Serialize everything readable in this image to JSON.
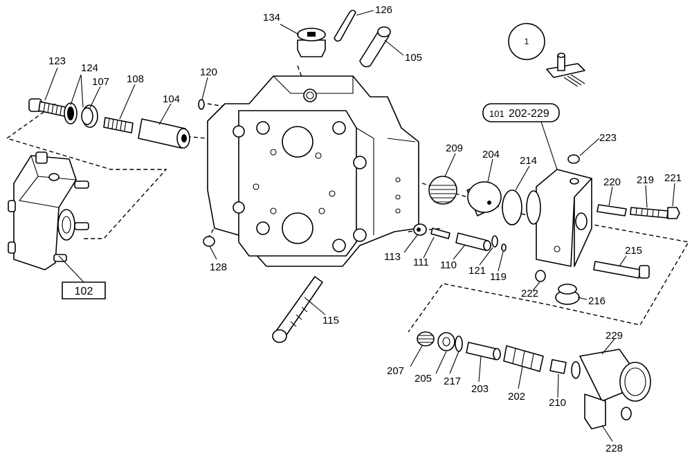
{
  "diagram": {
    "view_circle_label": "1",
    "reference_callout": {
      "prefix": "101",
      "range": "202-229"
    },
    "assembly_box_label": "102",
    "part_labels": {
      "p126": "126",
      "p134": "134",
      "p105": "105",
      "p123": "123",
      "p124": "124",
      "p107": "107",
      "p108": "108",
      "p104": "104",
      "p120": "120",
      "p128": "128",
      "p115": "115",
      "p209": "209",
      "p204": "204",
      "p214": "214",
      "p223": "223",
      "p220": "220",
      "p219": "219",
      "p221": "221",
      "p215": "215",
      "p113": "113",
      "p111": "111",
      "p110": "110",
      "p121": "121",
      "p119": "119",
      "p222": "222",
      "p216": "216",
      "p207": "207",
      "p205": "205",
      "p217": "217",
      "p203": "203",
      "p202": "202",
      "p210": "210",
      "p229": "229",
      "p228": "228"
    }
  }
}
